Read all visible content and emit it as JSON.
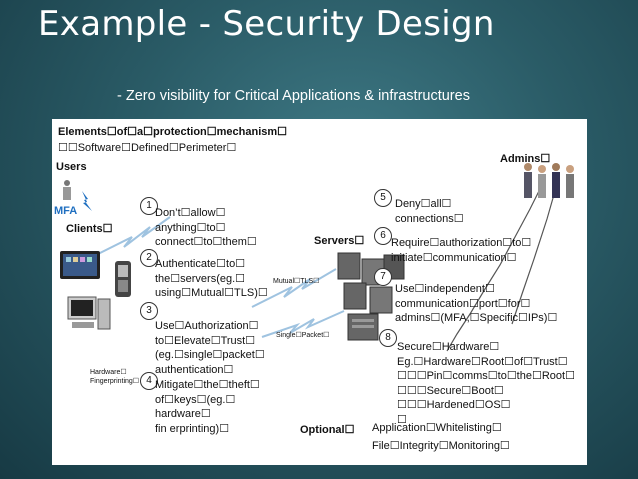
{
  "slide": {
    "title": "Example - Security Design",
    "subtitle": "- Zero visibility for Critical Applications & infrastructures"
  },
  "diagram": {
    "elements_title": "Elements☐of☐a☐protection☐mechanism☐",
    "sdp_label": "☐☐Software☐Defined☐Perimeter☐",
    "users_label": "Users",
    "mfa_label": "MFA",
    "clients_label": "Clients☐",
    "admins_label": "Admins☐",
    "servers_label": "Servers☐",
    "mutual_tls_label": "Mutual☐TLS☐",
    "single_packet_label": "Single☐Packet☐",
    "hardware_fp_lines": [
      "Hardware☐",
      "Fingerprinting☐"
    ],
    "optional_label": "Optional☐",
    "steps": [
      {
        "number": "1",
        "lines": [
          "Don’t☐allow☐",
          "anything☐to☐",
          "connect☐to☐them☐"
        ]
      },
      {
        "number": "2",
        "lines": [
          "Authenticate☐to☐",
          "the☐servers(eg.☐",
          "using☐Mutual☐TLS)☐"
        ]
      },
      {
        "number": "3",
        "lines": [
          "Use☐Authorization☐",
          "to☐Elevate☐Trust☐",
          "(eg.☐single☐packet☐",
          "authentication☐"
        ]
      },
      {
        "number": "4",
        "lines": [
          "Mitigate☐the☐theft☐",
          "of☐keys☐(eg.☐",
          "hardware☐",
          "fin  erprinting)☐"
        ]
      },
      {
        "number": "5",
        "lines": [
          "Deny☐all☐",
          "connections☐"
        ]
      },
      {
        "number": "6",
        "lines": [
          "Require☐authorization☐to☐",
          "initiate☐communication☐"
        ]
      },
      {
        "number": "7",
        "lines": [
          "Use☐independent☐",
          "communication☐port☐for☐",
          "admins☐(MFA,☐Specific☐IPs)☐"
        ]
      },
      {
        "number": "8",
        "lines": [
          "Secure☐Hardware☐",
          "Eg.☐Hardware☐Root☐of☐Trust☐",
          "☐☐☐Pin☐comms☐to☐the☐Root☐",
          "☐☐☐Secure☐Boot☐",
          "☐☐☐Hardened☐OS☐",
          "☐"
        ]
      }
    ],
    "optional_items": [
      "Application☐Whitelisting☐",
      "File☐Integrity☐Monitoring☐"
    ],
    "colors": {
      "mfa_blue": "#1f6fc0",
      "lightning_blue": "#9fc3e0",
      "line_gray": "#555555"
    }
  }
}
